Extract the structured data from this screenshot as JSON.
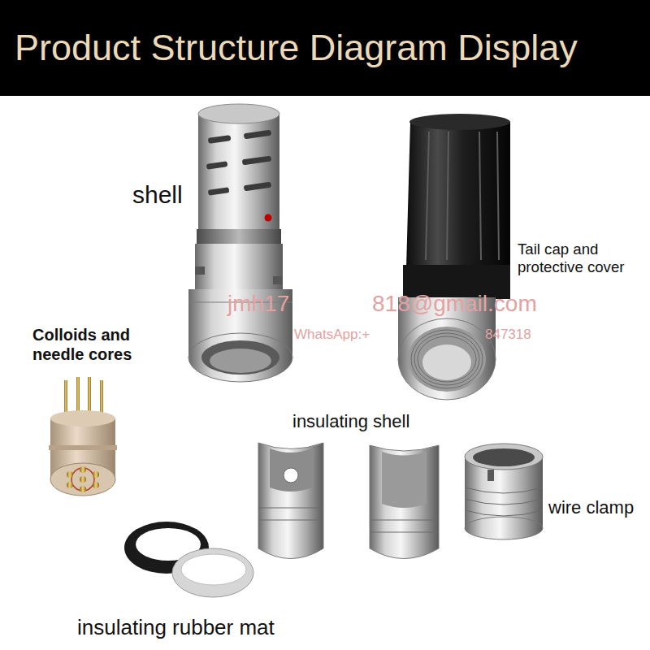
{
  "diagram": {
    "title": "Product Structure Diagram Display",
    "labels": [
      "shell",
      "Tail cap and protective cover",
      "jmh17",
      "818@gmail.com",
      "WhatsApp:+",
      "847318",
      "Colloids and needle cores",
      "insulating shell",
      "wire clamp",
      "insulating rubber mat"
    ]
  }
}
